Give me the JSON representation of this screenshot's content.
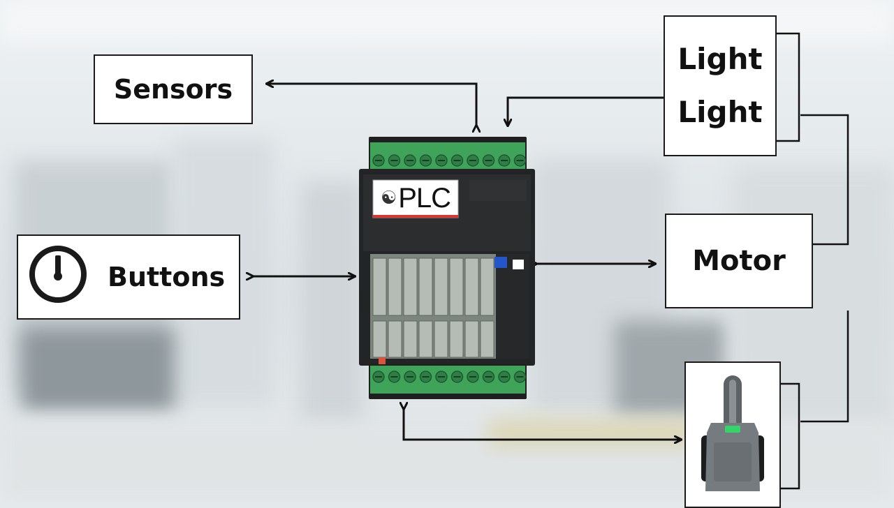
{
  "diagram": {
    "controller": {
      "label": "PLC"
    },
    "nodes": {
      "sensors": {
        "label": "Sensors"
      },
      "buttons": {
        "label": "Buttons",
        "icon": "clock-icon"
      },
      "light": {
        "line1": "Light",
        "line2": "Light"
      },
      "motor": {
        "label": "Motor"
      },
      "actuator": {
        "icon": "joystick-actuator-icon"
      }
    },
    "edges": [
      {
        "from": "plc",
        "to": "sensors"
      },
      {
        "from": "light",
        "to": "plc"
      },
      {
        "from": "buttons",
        "to": "plc",
        "bidirectional": true
      },
      {
        "from": "plc",
        "to": "motor",
        "bidirectional": true
      },
      {
        "from": "plc",
        "to": "actuator",
        "bidirectional": true
      }
    ]
  },
  "colors": {
    "terminal_green": "#3fa35a",
    "plc_body": "#222426",
    "module_grey": "#9aa39c",
    "line": "#111111",
    "box_border": "#1a1a1a"
  }
}
